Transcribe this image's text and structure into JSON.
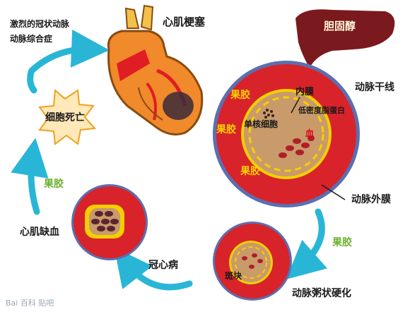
{
  "labels": {
    "acs_line1": "激烈的冠状动脉",
    "acs_line2": "动脉综合症",
    "infarction": "心肌梗塞",
    "cholesterol": "胆固醇",
    "artery_trunk": "动脉干线",
    "intima": "内膜",
    "ldl": "低密度脂蛋白",
    "monocyte": "单核细胞",
    "blood": "血",
    "adventitia": "动脉外膜",
    "cell_death": "细胞死亡",
    "ischemia": "心肌缺血",
    "coronary_disease": "冠心病",
    "plaque": "斑块",
    "atherosclerosis": "动脉粥状硬化",
    "pectin_big_1": "果胶",
    "pectin_big_2": "果胶",
    "pectin_big_3": "果胶",
    "pectin_left": "果胶",
    "pectin_right": "果胶",
    "watermark": "Bai 百科 贴吧"
  },
  "colors": {
    "arrow": "#29b6d6",
    "artery_wall": "#d8232a",
    "adventitia": "#5b6fb0",
    "lumen": "#c99a6a",
    "plaque_yellow": "#f5d000",
    "blood_cell": "#b01e2a",
    "liver": "#7a1a1e",
    "heart": "#f08a2a"
  }
}
